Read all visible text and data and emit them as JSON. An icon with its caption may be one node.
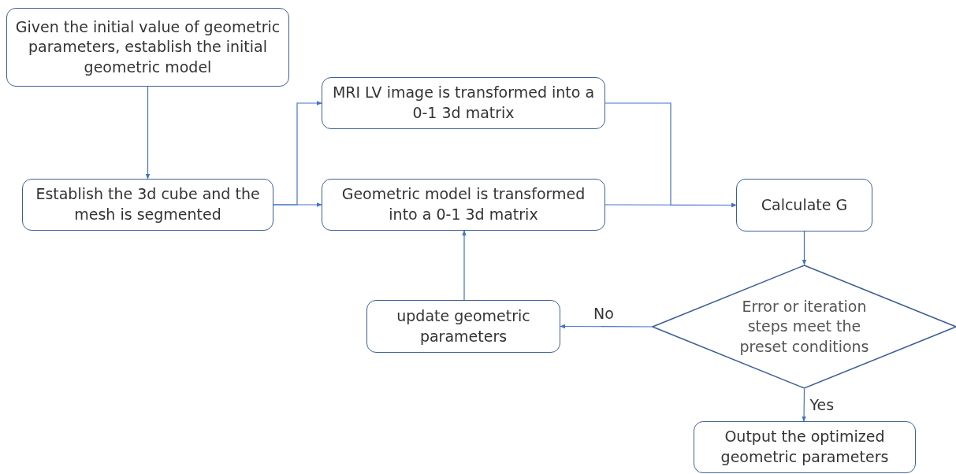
{
  "diagram": {
    "nodes": [
      {
        "text": [
          "Given the initial value of geometric parameters, establish the initial geometric model"
        ]
      },
      {
        "text": [
          "Establish the 3d cube and the mesh is segmented"
        ]
      },
      {
        "text": [
          "MRI LV image is transformed into a 0-1 3d matrix"
        ]
      },
      {
        "text": [
          "Geometric model is transformed into a 0-1 3d matrix"
        ]
      },
      {
        "text": [
          "Calculate G"
        ]
      },
      {
        "text": [
          "Error or iteration steps meet the preset conditions"
        ]
      },
      {
        "text": [
          "update geometric parameters"
        ]
      },
      {
        "text": [
          "Output the optimized geometric parameters"
        ]
      }
    ],
    "edges": [
      {
        "from": 0,
        "to": 1,
        "arrow": "to"
      },
      {
        "from": 1,
        "to": 2,
        "arrow": "to"
      },
      {
        "from": 1,
        "to": 3,
        "arrow": "to"
      },
      {
        "from": 2,
        "to": 4,
        "arrow": "to"
      },
      {
        "from": 3,
        "to": 4,
        "arrow": "to"
      },
      {
        "from": 4,
        "to": 5,
        "arrow": "to"
      },
      {
        "from": 5,
        "to": 6,
        "arrow": "to",
        "label": "No"
      },
      {
        "from": 6,
        "to": 3,
        "arrow": "to"
      },
      {
        "from": 5,
        "to": 7,
        "arrow": "to",
        "label": "Yes"
      }
    ]
  }
}
